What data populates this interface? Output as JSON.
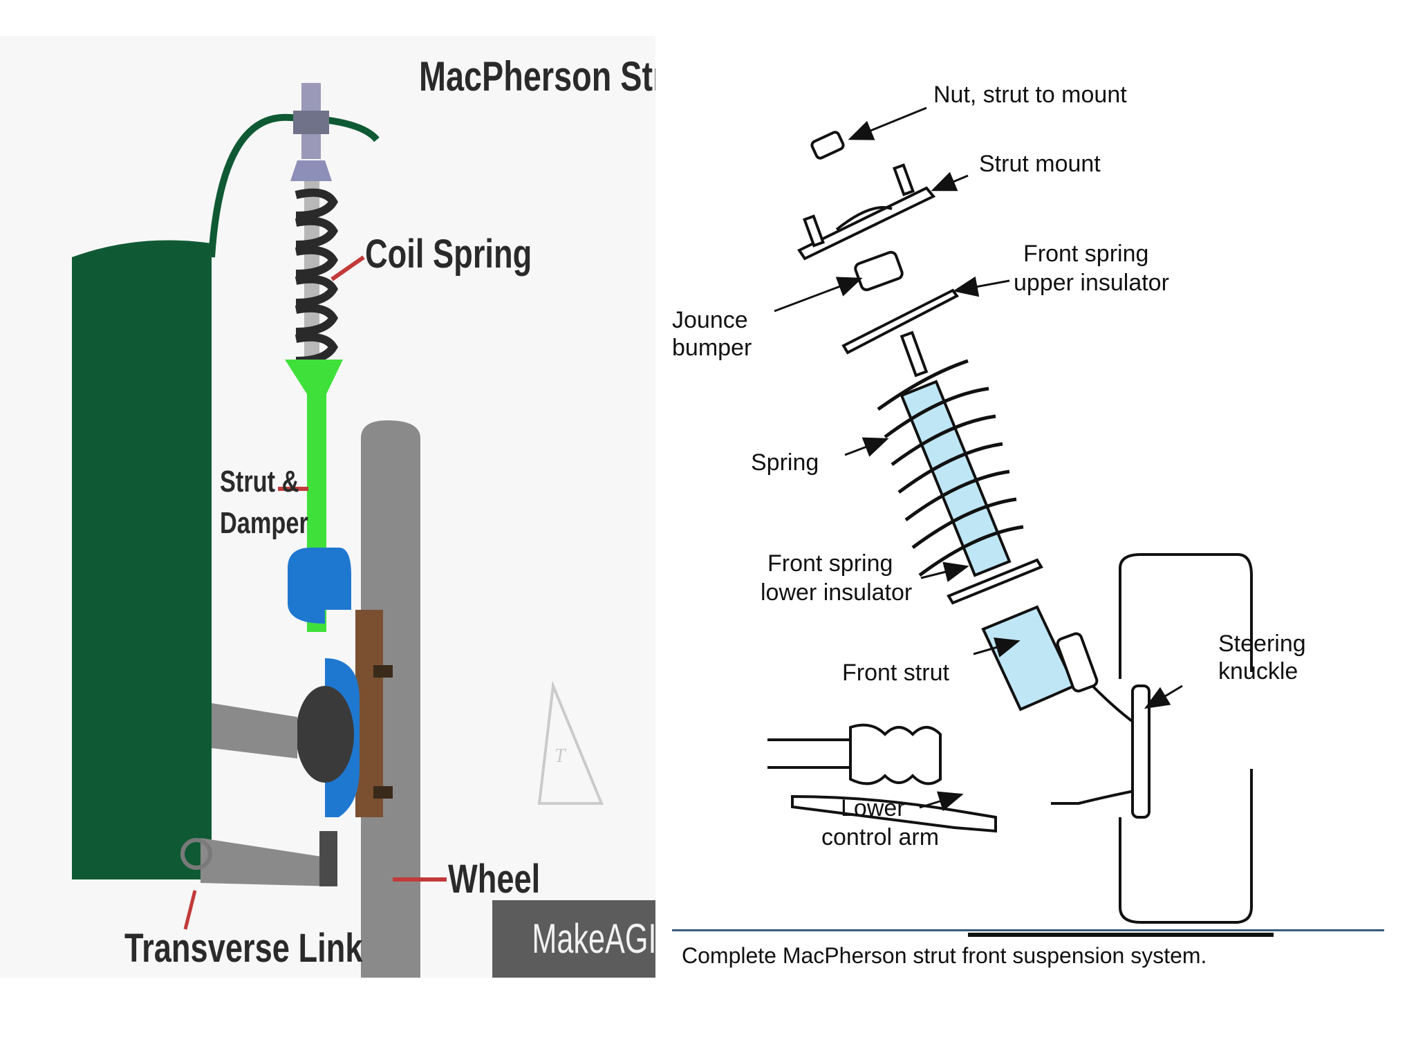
{
  "left_panel": {
    "title": "MacPherson Strut",
    "labels": {
      "coil_spring": "Coil Spring",
      "strut_damper_line1": "Strut &",
      "strut_damper_line2": "Damper",
      "wheel": "Wheel",
      "transverse_link": "Transverse Link"
    },
    "watermark": "MakeAGIF.com",
    "colors": {
      "body": "#0f5a34",
      "strut": "#3fe03a",
      "knuckle": "#1f78d0",
      "wheel": "#8a8a8a",
      "pointer": "#c23a3a"
    }
  },
  "right_panel": {
    "labels": {
      "nut": "Nut, strut to mount",
      "strut_mount": "Strut mount",
      "upper_insulator_line1": "Front spring",
      "upper_insulator_line2": "upper insulator",
      "jounce_line1": "Jounce",
      "jounce_line2": "bumper",
      "spring": "Spring",
      "lower_insulator_line1": "Front spring",
      "lower_insulator_line2": "lower insulator",
      "front_strut": "Front strut",
      "steering_line1": "Steering",
      "steering_line2": "knuckle",
      "lower_arm_line1": "Lower",
      "lower_arm_line2": "control arm"
    },
    "caption": "Complete MacPherson strut front suspension system.",
    "colors": {
      "strut_fill": "#bfe6f5",
      "line": "#111111",
      "rule": "#3a5a7a"
    }
  }
}
